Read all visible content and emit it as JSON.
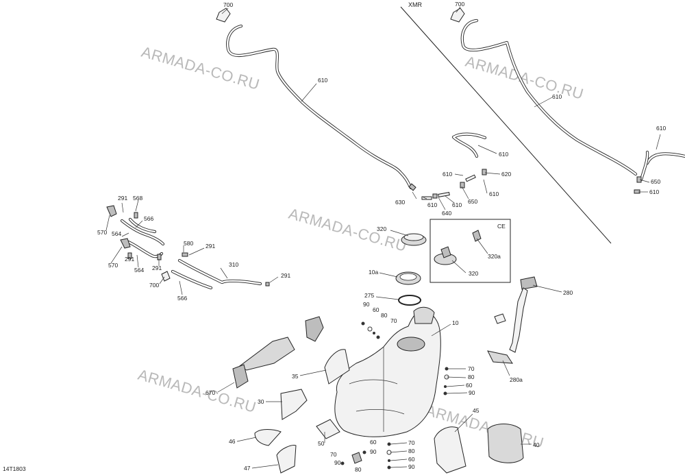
{
  "watermark": "ARMADA-CO.RU",
  "variant_label": "XMR",
  "ce_label": "CE",
  "drawing_number": "14T1803",
  "callouts": {
    "c700a": "700",
    "c610a": "610",
    "c630": "630",
    "c610b": "610",
    "c640": "640",
    "c610c": "610",
    "c650a": "650",
    "c610d": "610",
    "c620": "620",
    "c610e": "610",
    "c610f": "610",
    "c700b": "700",
    "c610g": "610",
    "c610h": "610",
    "c650b": "650",
    "c610i": "610",
    "c291a": "291",
    "c568": "568",
    "c570a": "570",
    "c566a": "566",
    "c564a": "564",
    "c580": "580",
    "c291b": "291",
    "c570b": "570",
    "c291c": "291",
    "c564b": "564",
    "c291d": "291",
    "c310": "310",
    "c700c": "700",
    "c566b": "566",
    "c291e": "291",
    "c320a": "320",
    "c320b": "320",
    "c320ce": "320a",
    "c10a": "10a",
    "c275": "275",
    "c90a": "90",
    "c60a": "60",
    "c80a": "80",
    "c70a": "70",
    "c10": "10",
    "c280": "280",
    "c280a": "280a",
    "c70b": "70",
    "c80b": "80",
    "c60b": "60",
    "c90b": "90",
    "c35": "35",
    "c670": "670",
    "c30": "30",
    "c46": "46",
    "c50": "50",
    "c47": "47",
    "c45": "45",
    "c40": "40",
    "c60c": "60",
    "c70c": "70",
    "c80c": "80",
    "c90c": "90",
    "c70d": "70",
    "c90d": "90",
    "c80d": "80",
    "c60d": "60",
    "c90e": "90"
  }
}
